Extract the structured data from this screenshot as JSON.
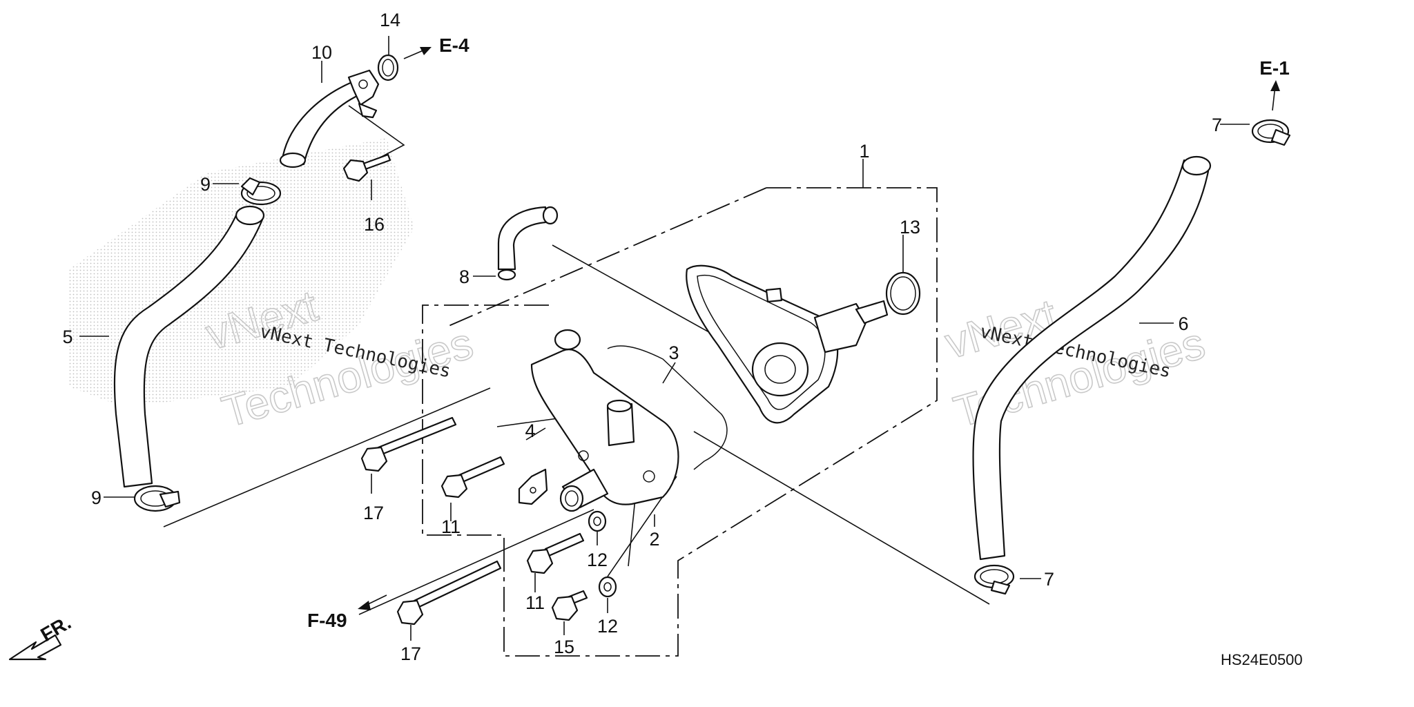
{
  "callouts": {
    "c1": "1",
    "c2": "2",
    "c3": "3",
    "c4": "4",
    "c5": "5",
    "c6": "6",
    "c7a": "7",
    "c7b": "7",
    "c8": "8",
    "c9a": "9",
    "c9b": "9",
    "c10": "10",
    "c11a": "11",
    "c11b": "11",
    "c12a": "12",
    "c12b": "12",
    "c13": "13",
    "c14": "14",
    "c15": "15",
    "c16": "16",
    "c17a": "17",
    "c17b": "17"
  },
  "references": {
    "e4": "E-4",
    "e1": "E-1",
    "f49": "F-49",
    "fr": "FR."
  },
  "watermarks": {
    "brand": "vNext",
    "brand_sub": "Technologies",
    "caption": "vNext Technologies"
  },
  "diagram_code": "HS24E0500",
  "colors": {
    "line": "#111111",
    "watermark": "#c9c9c9",
    "background": "#ffffff"
  }
}
